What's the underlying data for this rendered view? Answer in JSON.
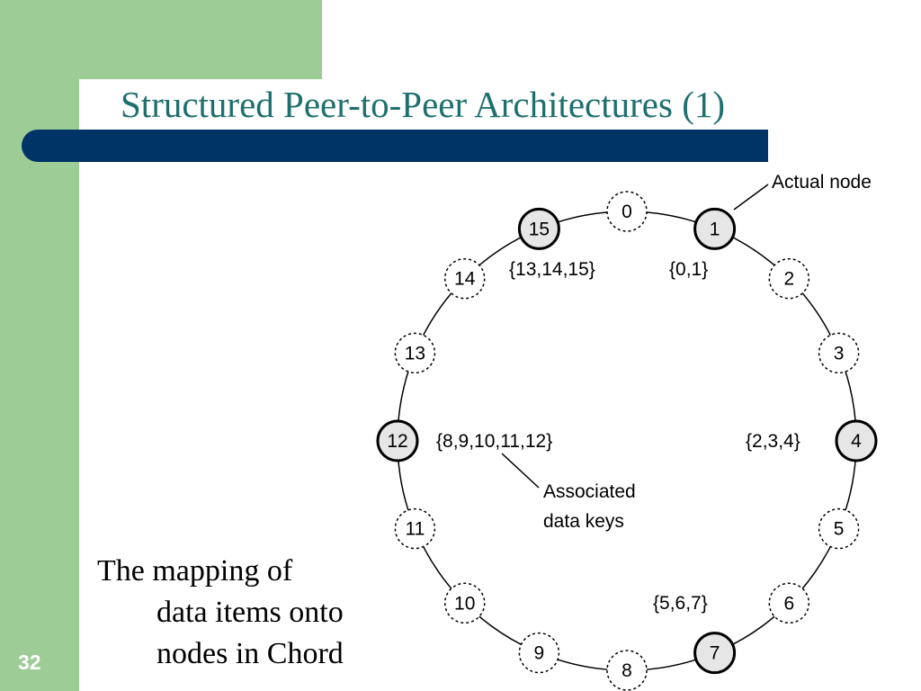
{
  "slide": {
    "title": "Structured Peer-to-Peer Architectures (1)",
    "slide_number": "32",
    "caption_lines": [
      "The mapping of",
      "data items onto",
      "nodes in Chord"
    ]
  },
  "diagram": {
    "nodes": [
      {
        "id": "0",
        "actual": false
      },
      {
        "id": "1",
        "actual": true
      },
      {
        "id": "2",
        "actual": false
      },
      {
        "id": "3",
        "actual": false
      },
      {
        "id": "4",
        "actual": true
      },
      {
        "id": "5",
        "actual": false
      },
      {
        "id": "6",
        "actual": false
      },
      {
        "id": "7",
        "actual": true
      },
      {
        "id": "8",
        "actual": false
      },
      {
        "id": "9",
        "actual": false
      },
      {
        "id": "10",
        "actual": false
      },
      {
        "id": "11",
        "actual": false
      },
      {
        "id": "12",
        "actual": true
      },
      {
        "id": "13",
        "actual": false
      },
      {
        "id": "14",
        "actual": false
      },
      {
        "id": "15",
        "actual": true
      }
    ],
    "key_sets": [
      {
        "node": "15",
        "label": "{13,14,15}"
      },
      {
        "node": "1",
        "label": "{0,1}"
      },
      {
        "node": "12",
        "label": "{8,9,10,11,12}"
      },
      {
        "node": "4",
        "label": "{2,3,4}"
      },
      {
        "node": "7",
        "label": "{5,6,7}"
      }
    ],
    "annotations": {
      "actual_node": "Actual node",
      "associated_data_keys": [
        "Associated",
        "data keys"
      ]
    },
    "colors": {
      "actual_node_fill": "#e6e6e6",
      "ring": "#000000"
    }
  }
}
